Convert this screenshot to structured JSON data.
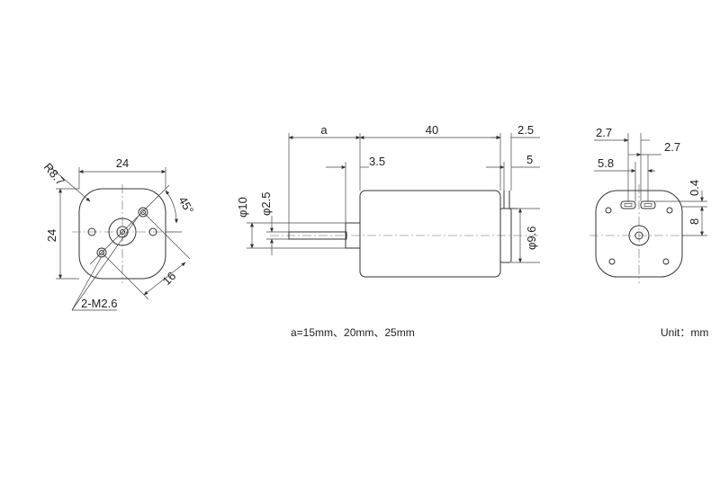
{
  "front_view": {
    "width_label": "24",
    "height_label": "24",
    "radius_label": "R8.7",
    "angle_label": "45°",
    "diag_label": "16",
    "holes_label": "2-M2.6"
  },
  "side_view": {
    "a_label": "a",
    "body_len_label": "40",
    "rear_label": "2.5",
    "collar_label": "3.5",
    "term_label": "5",
    "body_dia_label": "φ10",
    "shaft_dia_label": "φ2.5",
    "rear_dia_label": "φ9.6"
  },
  "rear_view": {
    "dim_27a": "2.7",
    "dim_27b": "2.7",
    "dim_58": "5.8",
    "dim_04": "0.4",
    "dim_8": "8"
  },
  "notes": {
    "a_values": "a=15mm、20mm、25mm",
    "unit": "Unit：mm"
  }
}
